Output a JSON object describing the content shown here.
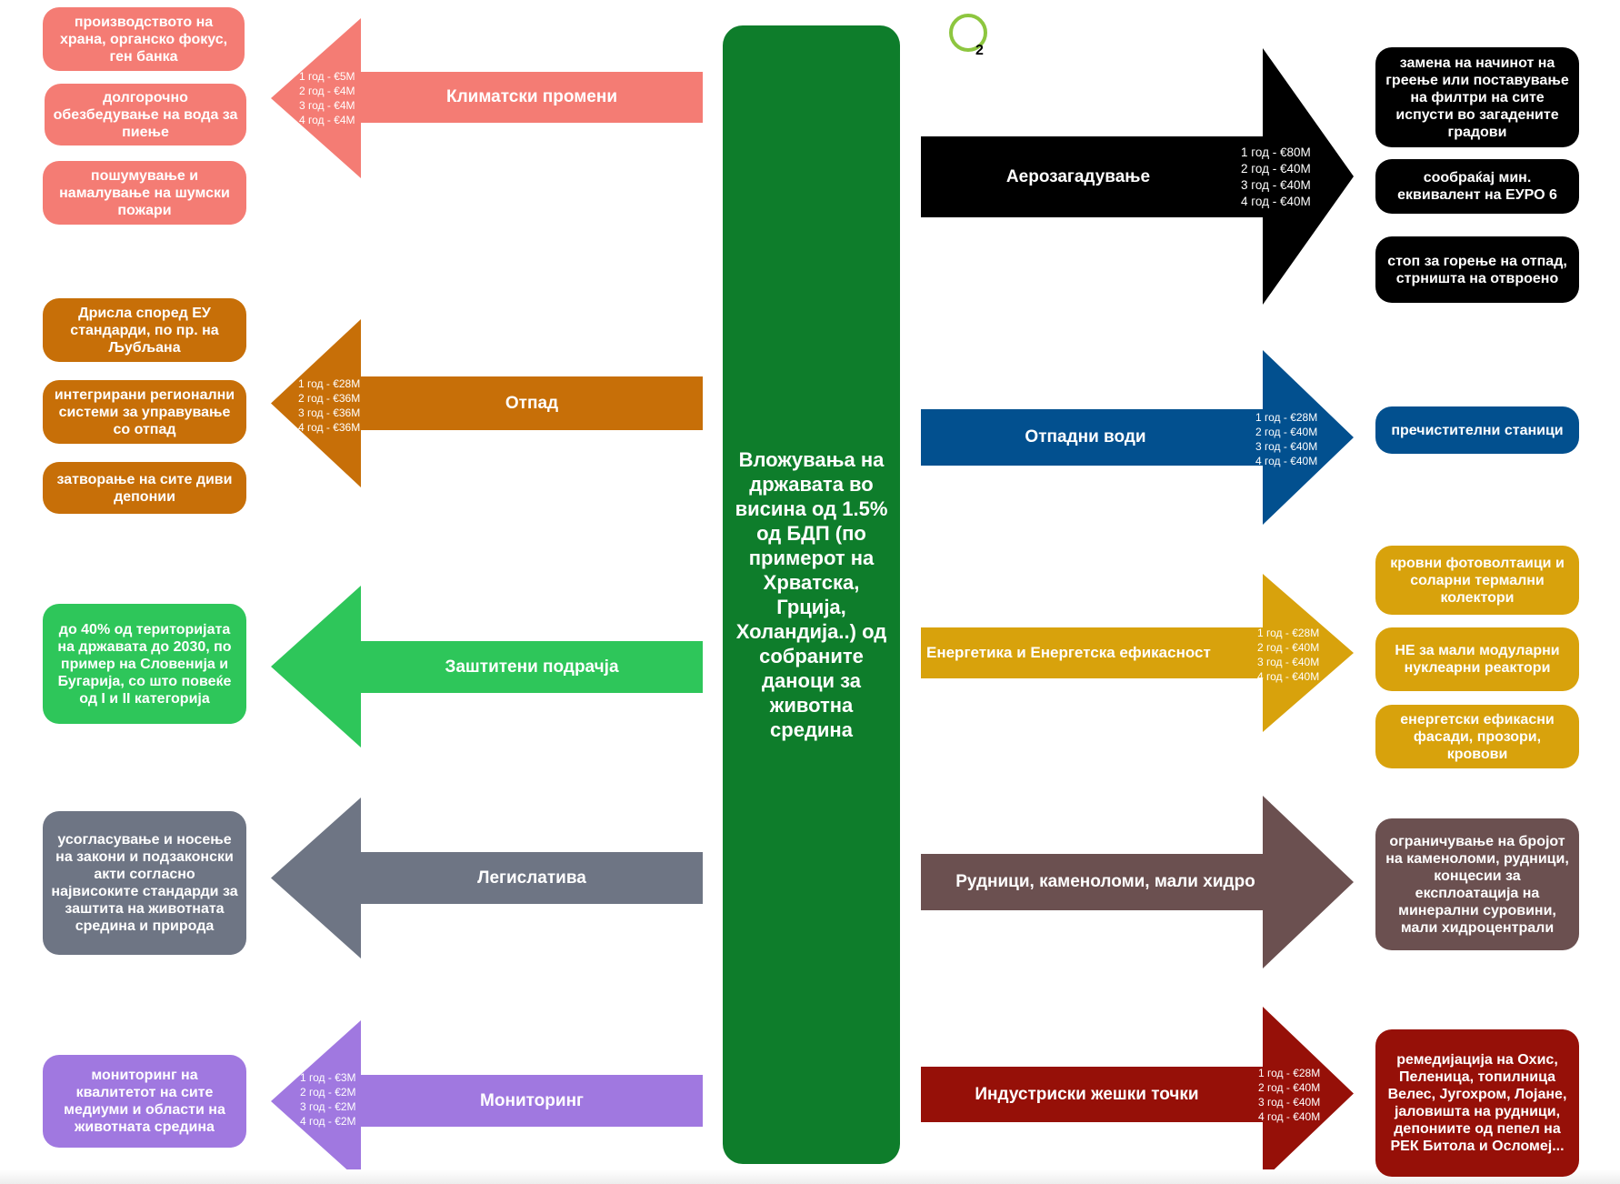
{
  "logo": {
    "icon": "o2-logo-icon",
    "subscript": "2",
    "color": "#8dc63f"
  },
  "center": {
    "text": "Вложувања на државата во висина од 1.5% од БДП (по примерот на Хрватска, Грција, Холандија..) од собраните даноци за животна средина",
    "color": "#0e7d2b"
  },
  "left": [
    {
      "label": "Климатски промени",
      "color": "#f47c74",
      "costs": [
        "1 год - €5M",
        "2 год - €4M",
        "3 год - €4M",
        "4 год - €4M"
      ],
      "boxes": [
        "производството на храна, органско фокус, ген банка",
        "долгорочно обезбедување на вода за пиење",
        "пошумување и намалување на шумски пожари"
      ]
    },
    {
      "label": "Отпад",
      "color": "#c76f08",
      "costs": [
        "1 год - €28M",
        "2 год - €36M",
        "3 год - €36M",
        "4 год - €36M"
      ],
      "boxes": [
        "Дрисла според ЕУ стандарди, по пр. на Љубљана",
        "интегрирани регионални системи за управување со отпад",
        "затворање на сите диви депонии"
      ]
    },
    {
      "label": "Заштитени подрачја",
      "color": "#2ec65a",
      "costs": [],
      "boxes": [
        "до 40% од територијата на државата до 2030, по пример на Словенија и Бугарија, со што повеќе од I и II категорија"
      ]
    },
    {
      "label": "Легислатива",
      "color": "#6e7584",
      "costs": [],
      "boxes": [
        "усогласување и носење на закони и подзаконски акти согласно највисоките стандарди за заштита на животната средина и природа"
      ]
    },
    {
      "label": "Мониторинг",
      "color": "#a078e0",
      "costs": [
        "1 год - €3M",
        "2 год - €2M",
        "3 год - €2M",
        "4 год - €2M"
      ],
      "boxes": [
        "мониторинг на квалитетот на сите медиуми и области на животната средина"
      ]
    }
  ],
  "right": [
    {
      "label": "Аерозагадување",
      "color": "#000000",
      "costs": [
        "1 год - €80M",
        "2 год - €40M",
        "3 год - €40M",
        "4 год - €40M"
      ],
      "boxes": [
        "замена на начинот на греење или поставување на филтри на сите испусти во загадените градови",
        "сообраќај мин. еквивалент на ЕУРО 6",
        "стоп за горење на отпад, стрништа на отвроено"
      ]
    },
    {
      "label": "Отпадни води",
      "color": "#02508f",
      "costs": [
        "1 год - €28M",
        "2 год - €40M",
        "3 год - €40M",
        "4 год - €40M"
      ],
      "boxes": [
        "пречистителни станици"
      ]
    },
    {
      "label": "Енергетика и Енергетска ефикасност",
      "color": "#d8a20c",
      "costs": [
        "1 год - €28M",
        "2 год - €40M",
        "3 год - €40M",
        "4 год - €40M"
      ],
      "boxes": [
        "кровни фотоволтаици и соларни термални колектори",
        "НЕ за мали модуларни нуклеарни реактори",
        "енергетски ефикасни фасади, прозори, кровови"
      ]
    },
    {
      "label": "Рудници, каменоломи, мали хидро",
      "color": "#6b5050",
      "costs": [],
      "boxes": [
        "ограничување на бројот на каменоломи, рудници, концесии за експлоатација на минерални суровини, мали хидроцентрали"
      ]
    },
    {
      "label": "Индустриски жешки точки",
      "color": "#961008",
      "costs": [
        "1 год - €28M",
        "2 год - €40M",
        "3 год - €40M",
        "4 год - €40M"
      ],
      "boxes": [
        "ремедијација на Охис, Пеленица, топилница Велес, Југохром, Лојане, јаловишта на рудници, депониите од пепел на РЕК Битола и Осломеј..."
      ]
    }
  ]
}
